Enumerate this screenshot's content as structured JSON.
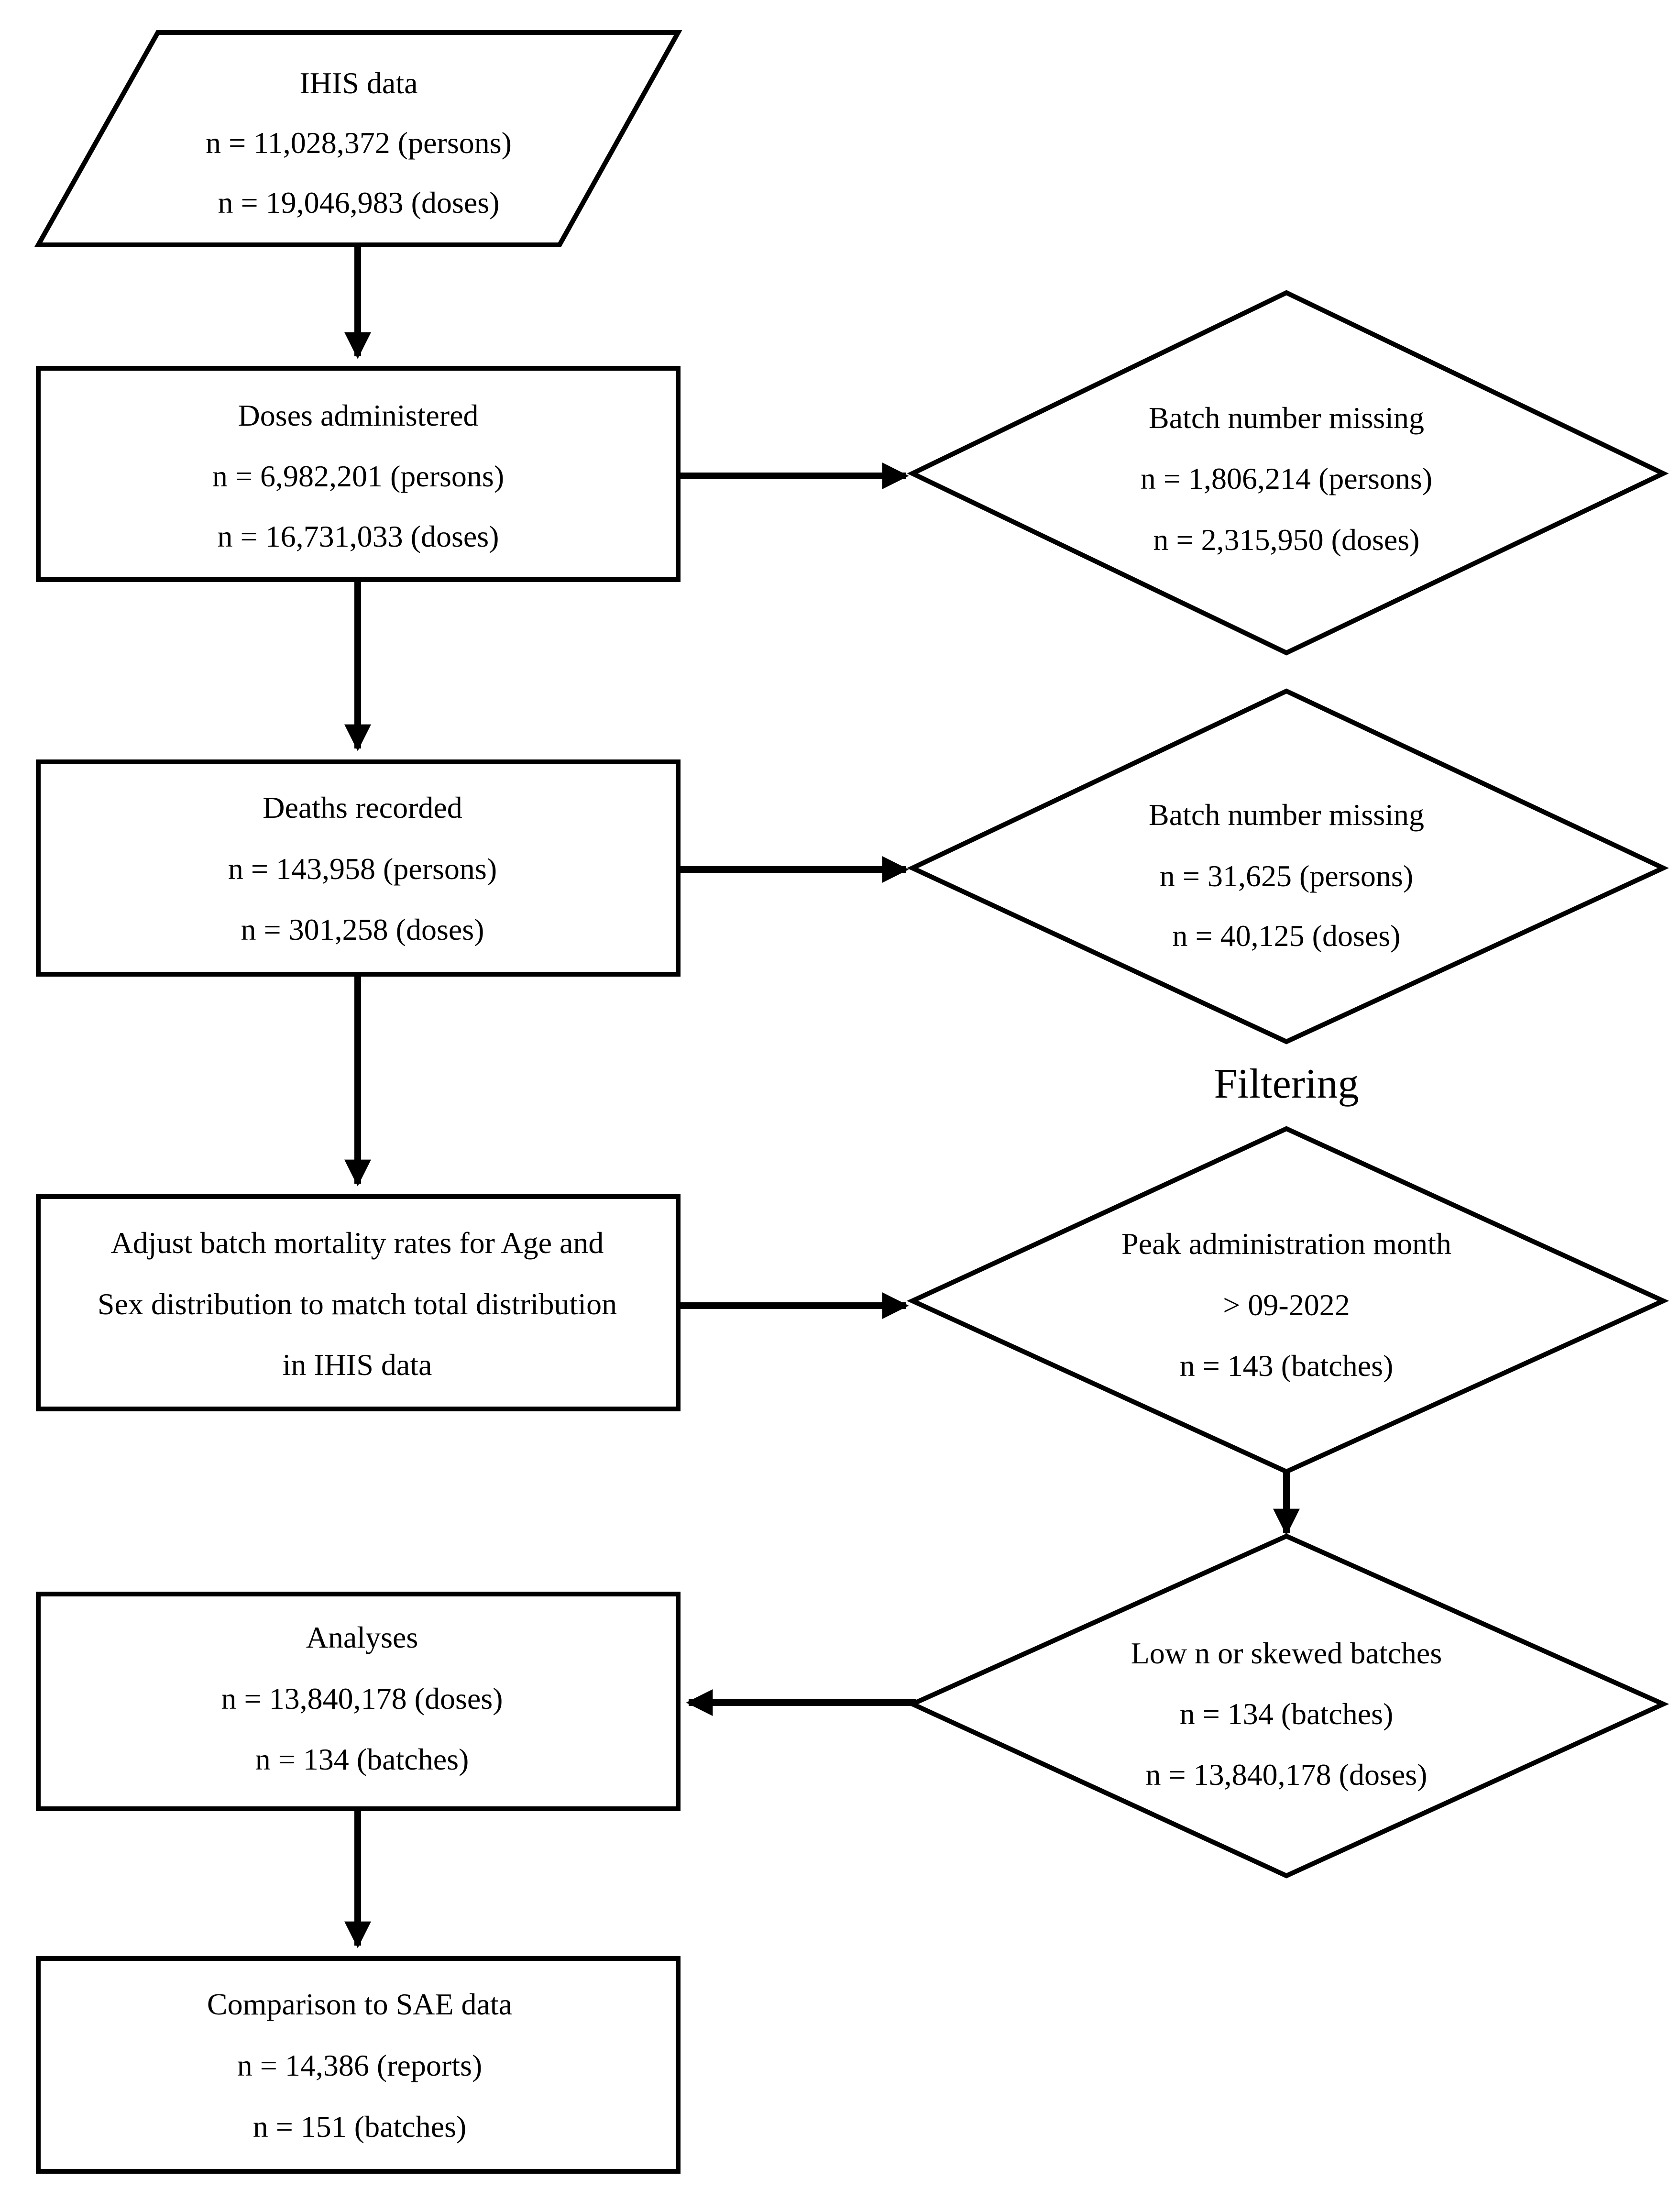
{
  "flowchart": {
    "ihis_data": {
      "title": "IHIS data",
      "line1": "n = 11,028,372 (persons)",
      "line2": "n = 19,046,983 (doses)"
    },
    "doses_administered": {
      "title": "Doses administered",
      "line1": "n = 6,982,201 (persons)",
      "line2": "n = 16,731,033 (doses)"
    },
    "batch_missing_1": {
      "title": "Batch number missing",
      "line1": "n = 1,806,214 (persons)",
      "line2": "n = 2,315,950 (doses)"
    },
    "deaths_recorded": {
      "title": "Deaths recorded",
      "line1": "n = 143,958 (persons)",
      "line2": "n = 301,258 (doses)"
    },
    "batch_missing_2": {
      "title": "Batch number missing",
      "line1": "n = 31,625 (persons)",
      "line2": "n = 40,125 (doses)"
    },
    "filtering_label": "Filtering",
    "adjust": {
      "line1": "Adjust batch mortality rates for Age and",
      "line2": "Sex distribution to match total distribution",
      "line3": "in IHIS data"
    },
    "peak_month": {
      "title": "Peak administration month",
      "line1": "> 09-2022",
      "line2": "n = 143 (batches)"
    },
    "low_n": {
      "title": "Low n or skewed batches",
      "line1": "n = 134 (batches)",
      "line2": "n = 13,840,178 (doses)"
    },
    "analyses": {
      "title": "Analyses",
      "line1": "n = 13,840,178 (doses)",
      "line2": "n = 134 (batches)"
    },
    "comparison": {
      "title": "Comparison to SAE data",
      "line1": "n = 14,386 (reports)",
      "line2": "n = 151 (batches)"
    }
  }
}
